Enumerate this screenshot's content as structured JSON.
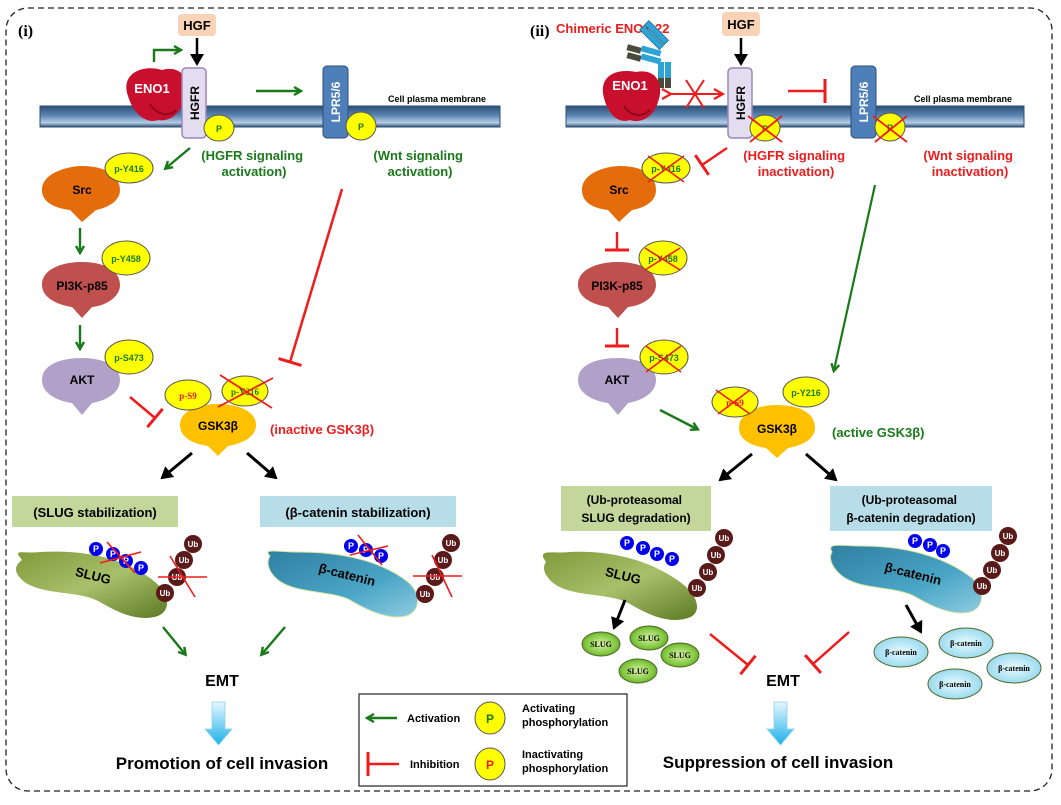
{
  "panels": {
    "left": {
      "label": "(i)",
      "hgf": "HGF",
      "eno1": "ENO1",
      "hgfr": "HGFR",
      "lpr": "LPR5/6",
      "membrane": "Cell plasma membrane",
      "phospho_p": "P",
      "hgfr_status": [
        "(HGFR signaling",
        "activation)"
      ],
      "wnt_status": [
        "(Wnt signaling",
        "activation)"
      ],
      "src": "Src",
      "src_site": "p-Y416",
      "pi3k": "PI3K-p85",
      "pi3k_site": "p-Y458",
      "akt": "AKT",
      "akt_site": "p-S473",
      "gsk": "GSK3β",
      "gsk_site_s9": "p-S9",
      "gsk_site_y216": "p-Y216",
      "gsk_status": "(inactive GSK3β)",
      "slug_box": [
        "(SLUG stabilization)"
      ],
      "catenin_box": [
        "(β-catenin stabilization)"
      ],
      "slug": "SLUG",
      "catenin": "β-catenin",
      "ub": "Ub",
      "emt": "EMT",
      "outcome": "Promotion of cell invasion"
    },
    "right": {
      "label": "(ii)",
      "drug": "Chimeric ENO1-22",
      "hgf": "HGF",
      "eno1": "ENO1",
      "hgfr": "HGFR",
      "lpr": "LPR5/6",
      "membrane": "Cell plasma membrane",
      "phospho_p": "P",
      "hgfr_status": [
        "(HGFR signaling",
        "inactivation)"
      ],
      "wnt_status": [
        "(Wnt signaling",
        "inactivation)"
      ],
      "src": "Src",
      "src_site": "p-Y416",
      "pi3k": "PI3K-p85",
      "pi3k_site": "p-Y458",
      "akt": "AKT",
      "akt_site": "p-S473",
      "gsk": "GSK3β",
      "gsk_site_s9": "p-S9",
      "gsk_site_y216": "p-Y216",
      "gsk_status": "(active GSK3β)",
      "slug_box": [
        "(Ub-proteasomal",
        "SLUG  degradation)"
      ],
      "catenin_box": [
        "(Ub-proteasomal",
        "β-catenin degradation)"
      ],
      "slug": "SLUG",
      "catenin": "β-catenin",
      "ub": "Ub",
      "fragments_slug": [
        "SLUG",
        "SLUG",
        "SLUG",
        "SLUG"
      ],
      "fragments_catenin": [
        "β-catenin",
        "β-catenin",
        "β-catenin",
        "β-catenin"
      ],
      "emt": "EMT",
      "outcome": "Suppression of cell invasion"
    }
  },
  "legend": {
    "activation": "Activation",
    "inhibition": "Inhibition",
    "activating_p": [
      "Activating",
      "phosphorylation"
    ],
    "inactivating_p": [
      "Inactivating",
      "phosphorylation"
    ],
    "p": "P"
  },
  "colors": {
    "activation": "#1a7a1a",
    "inhibition": "#ee1c1c",
    "phospho_yellow": "#ffff00",
    "membrane": "#3d6a96",
    "hgf_box": "#f8d3b5",
    "hgfr": "#e4dcef",
    "lpr": "#4f7fb8",
    "eno1": "#c8102e",
    "src": "#e46c0a",
    "pi3k": "#c0504d",
    "akt": "#b1a0c7",
    "gsk": "#ffc000",
    "slug_box": "#c4d79b",
    "catenin_box": "#b7dde8",
    "ub": "#5a1a1a",
    "p_blue": "#0000ee"
  }
}
